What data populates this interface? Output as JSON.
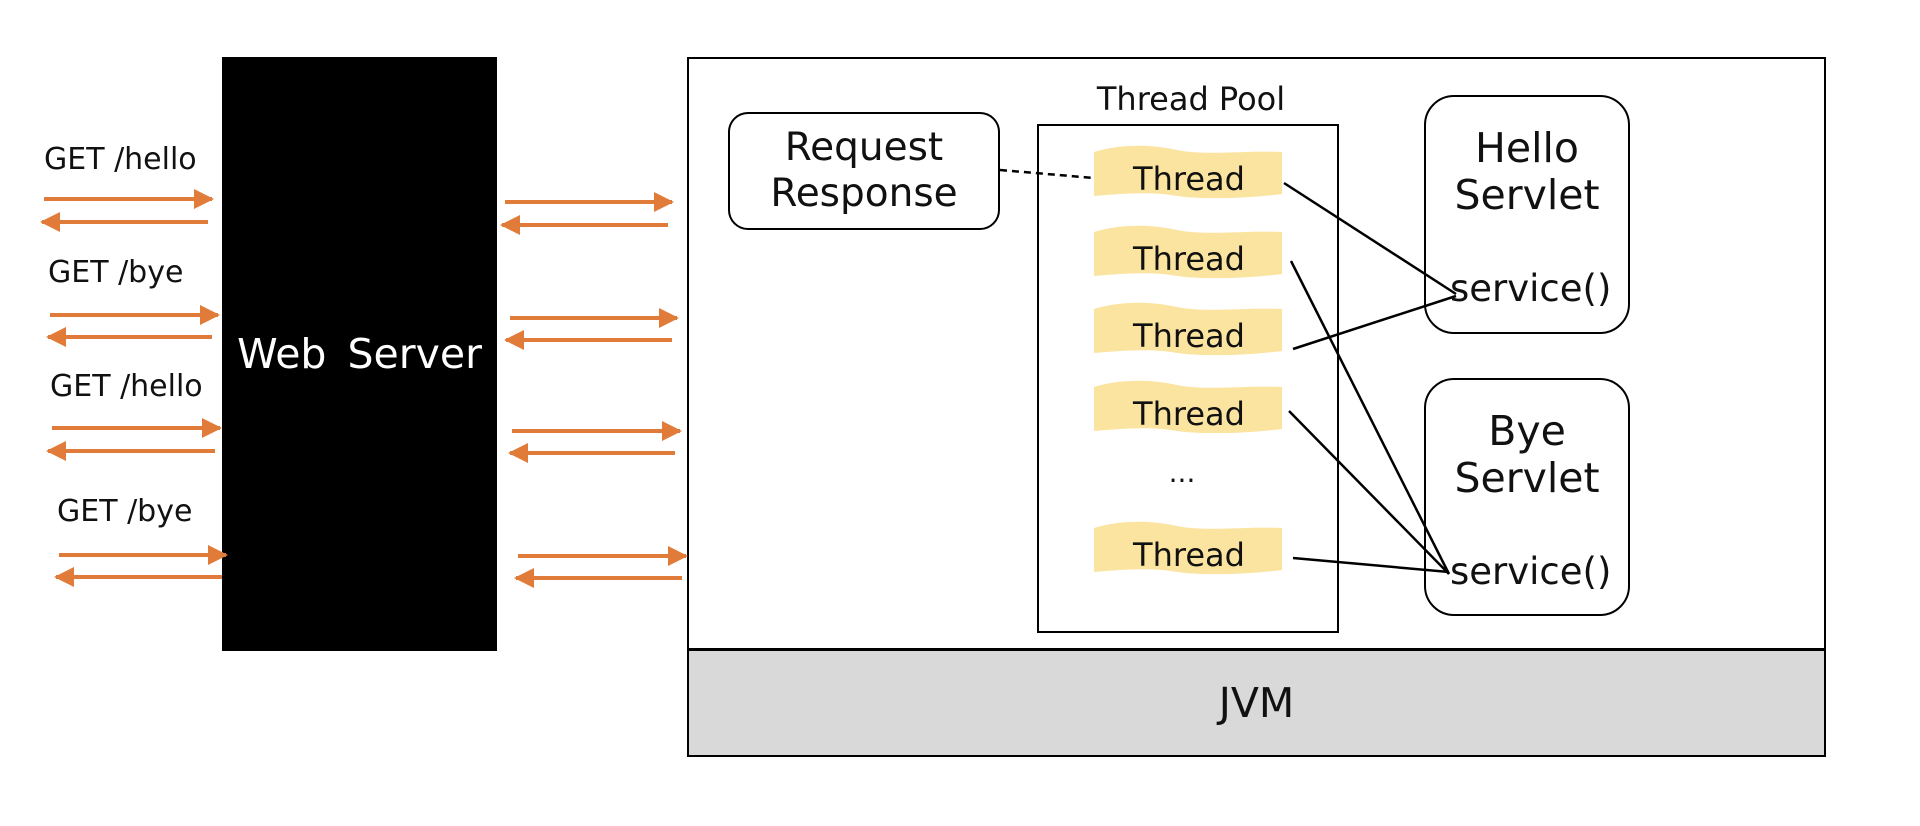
{
  "requests": [
    {
      "label": "GET /hello"
    },
    {
      "label": "GET /bye"
    },
    {
      "label": "GET /hello"
    },
    {
      "label": "GET /bye"
    }
  ],
  "web_server": {
    "label": "Web Server"
  },
  "request_response": {
    "line1": "Request",
    "line2": "Response"
  },
  "thread_pool": {
    "title": "Thread Pool",
    "threads": [
      "Thread",
      "Thread",
      "Thread",
      "Thread",
      "Thread"
    ],
    "ellipsis": "..."
  },
  "servlets": {
    "hello": {
      "line1": "Hello",
      "line2": "Servlet",
      "method": "service()"
    },
    "bye": {
      "line1": "Bye",
      "line2": "Servlet",
      "method": "service()"
    }
  },
  "jvm": {
    "label": "JVM"
  },
  "colors": {
    "arrow": "#e07b39",
    "thread_fill": "#fbe3a0",
    "server_bg": "#000000",
    "jvm_bg": "#d9d9d9"
  }
}
